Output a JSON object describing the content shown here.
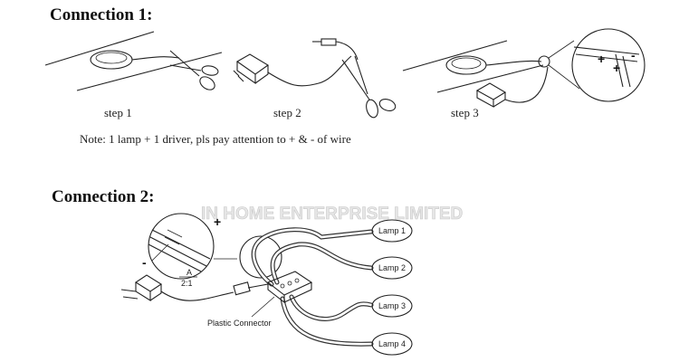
{
  "connection1": {
    "title": "Connection 1:",
    "steps": [
      "step 1",
      "step 2",
      "step 3"
    ],
    "note": "Note:  1 lamp + 1 driver, pls pay attention to + & - of wire",
    "plus_label": "+",
    "minus_label": "-"
  },
  "connection2": {
    "title": "Connection 2:",
    "watermark": "IN HOME ENTERPRISE LIMITED",
    "lamps": [
      "Lamp 1",
      "Lamp 2",
      "Lamp 3",
      "Lamp 4"
    ],
    "connector_label": "Plastic Connector",
    "detail_plus": "+",
    "detail_minus": "-",
    "section_label": "A",
    "scale_label": "2:1"
  }
}
